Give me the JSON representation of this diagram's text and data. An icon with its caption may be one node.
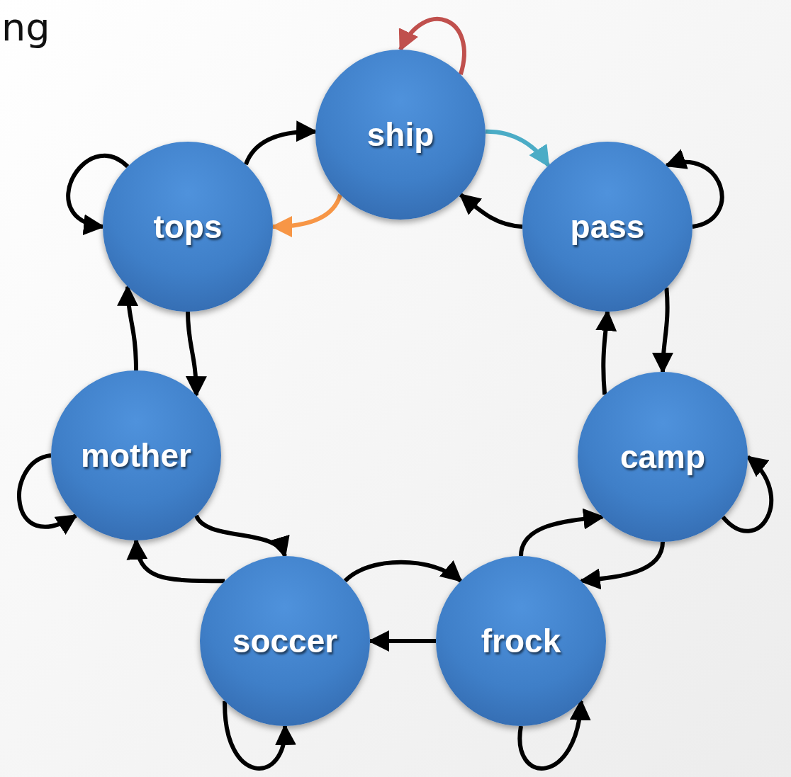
{
  "diagram": {
    "nodes": [
      {
        "text": [
          "ship"
        ]
      },
      {
        "text": [
          "pass"
        ]
      },
      {
        "text": [
          "camp"
        ]
      },
      {
        "text": [
          "frock"
        ]
      },
      {
        "text": [
          "soccer"
        ]
      },
      {
        "text": [
          "mother"
        ]
      },
      {
        "text": [
          "tops"
        ]
      }
    ],
    "edges": [
      {
        "from": 0,
        "to": 0,
        "arrow": "to",
        "color": "#c0504d"
      },
      {
        "from": 0,
        "to": 1,
        "arrow": "to",
        "color": "#4bacc6"
      },
      {
        "from": 0,
        "to": 6,
        "arrow": "to",
        "color": "#f79646"
      },
      {
        "from": 6,
        "to": 0,
        "arrow": "to"
      },
      {
        "from": 1,
        "to": 0,
        "arrow": "to"
      },
      {
        "from": 1,
        "to": 1,
        "arrow": "to"
      },
      {
        "from": 1,
        "to": 2,
        "arrow": "to"
      },
      {
        "from": 2,
        "to": 1,
        "arrow": "to"
      },
      {
        "from": 2,
        "to": 2,
        "arrow": "to"
      },
      {
        "from": 2,
        "to": 3,
        "arrow": "to"
      },
      {
        "from": 3,
        "to": 2,
        "arrow": "to"
      },
      {
        "from": 3,
        "to": 3,
        "arrow": "to"
      },
      {
        "from": 3,
        "to": 4,
        "arrow": "to"
      },
      {
        "from": 4,
        "to": 3,
        "arrow": "to"
      },
      {
        "from": 4,
        "to": 4,
        "arrow": "to"
      },
      {
        "from": 4,
        "to": 5,
        "arrow": "to"
      },
      {
        "from": 5,
        "to": 4,
        "arrow": "to"
      },
      {
        "from": 5,
        "to": 5,
        "arrow": "to"
      },
      {
        "from": 5,
        "to": 6,
        "arrow": "to"
      },
      {
        "from": 6,
        "to": 5,
        "arrow": "to"
      },
      {
        "from": 6,
        "to": 6,
        "arrow": "to"
      }
    ],
    "labels": [
      "ng"
    ]
  }
}
